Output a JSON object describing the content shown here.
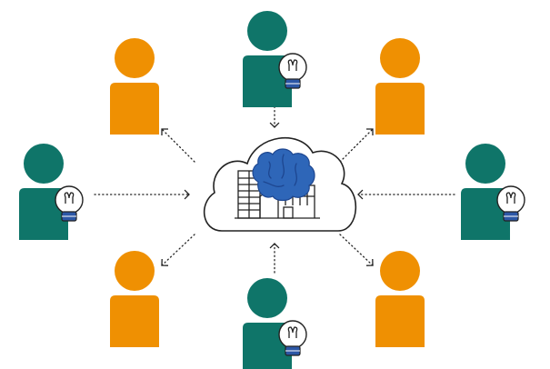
{
  "colors": {
    "teal": "#0f7569",
    "orange": "#ef9002",
    "brain": "#2e66b8",
    "ink": "#222222",
    "bulb_base": "#2c57a6"
  },
  "center": {
    "icons": [
      "cloud-icon",
      "brain-icon",
      "buildings-icon"
    ]
  },
  "nodes": [
    {
      "id": "top",
      "role": "idea-contributor",
      "color": "teal",
      "bulb": true
    },
    {
      "id": "top-left",
      "role": "participant",
      "color": "orange",
      "bulb": false
    },
    {
      "id": "top-right",
      "role": "participant",
      "color": "orange",
      "bulb": false
    },
    {
      "id": "left",
      "role": "idea-contributor",
      "color": "teal",
      "bulb": true
    },
    {
      "id": "right",
      "role": "idea-contributor",
      "color": "teal",
      "bulb": true
    },
    {
      "id": "bottom-left",
      "role": "participant",
      "color": "orange",
      "bulb": false
    },
    {
      "id": "bottom-right",
      "role": "participant",
      "color": "orange",
      "bulb": false
    },
    {
      "id": "bottom",
      "role": "idea-contributor",
      "color": "teal",
      "bulb": true
    }
  ],
  "arrows": [
    {
      "from": "top",
      "to": "center"
    },
    {
      "from": "left",
      "to": "center"
    },
    {
      "from": "right",
      "to": "center"
    },
    {
      "from": "bottom",
      "to": "center"
    },
    {
      "from": "center",
      "to": "top-left"
    },
    {
      "from": "center",
      "to": "top-right"
    },
    {
      "from": "center",
      "to": "bottom-left"
    },
    {
      "from": "center",
      "to": "bottom-right"
    }
  ]
}
